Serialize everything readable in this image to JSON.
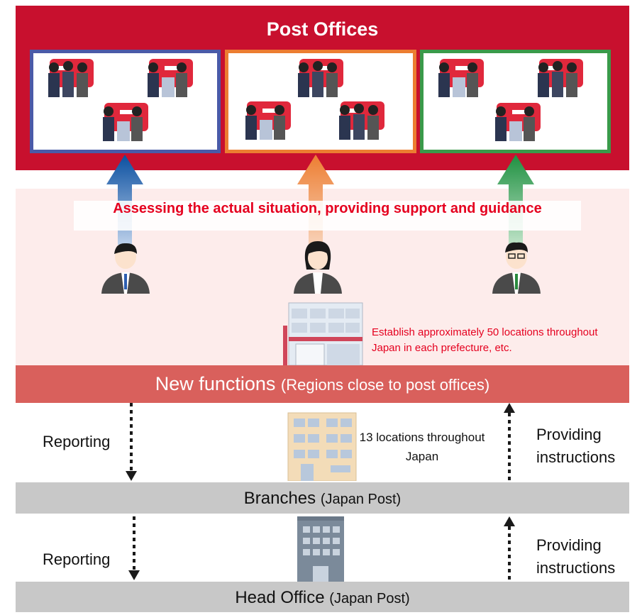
{
  "post_offices": {
    "title": "Post Offices",
    "boxes": [
      {
        "color": "#4a5aa8"
      },
      {
        "color": "#ec7d31"
      },
      {
        "color": "#3a9a4a"
      }
    ]
  },
  "support": {
    "text": "Assessing the actual situation, providing support and guidance",
    "arrow_colors": [
      "#0a4fa0",
      "#ed7d31",
      "#1e9040"
    ]
  },
  "new_functions": {
    "establish_text": "Establish approximately 50 locations throughout Japan in each prefecture, etc.",
    "label": "New functions",
    "sublabel": "(Regions close to post offices)"
  },
  "upper_flow": {
    "reporting": "Reporting",
    "locations": "13 locations throughout Japan",
    "instructions": "Providing instructions"
  },
  "branches": {
    "label": "Branches",
    "sublabel": "(Japan Post)"
  },
  "lower_flow": {
    "reporting": "Reporting",
    "instructions": "Providing instructions"
  },
  "head_office": {
    "label": "Head Office",
    "sublabel": "(Japan Post)"
  },
  "colors": {
    "post_red": "#c8102e",
    "pink": "#fdeceb",
    "new_func": "#d9605c",
    "bar_gray": "#c8c8c8",
    "accent_red": "#e5001f"
  },
  "icons": [
    "post-office-staff-icon",
    "staff-member-icon",
    "post-office-building-icon",
    "branch-building-icon",
    "head-office-building-icon"
  ]
}
